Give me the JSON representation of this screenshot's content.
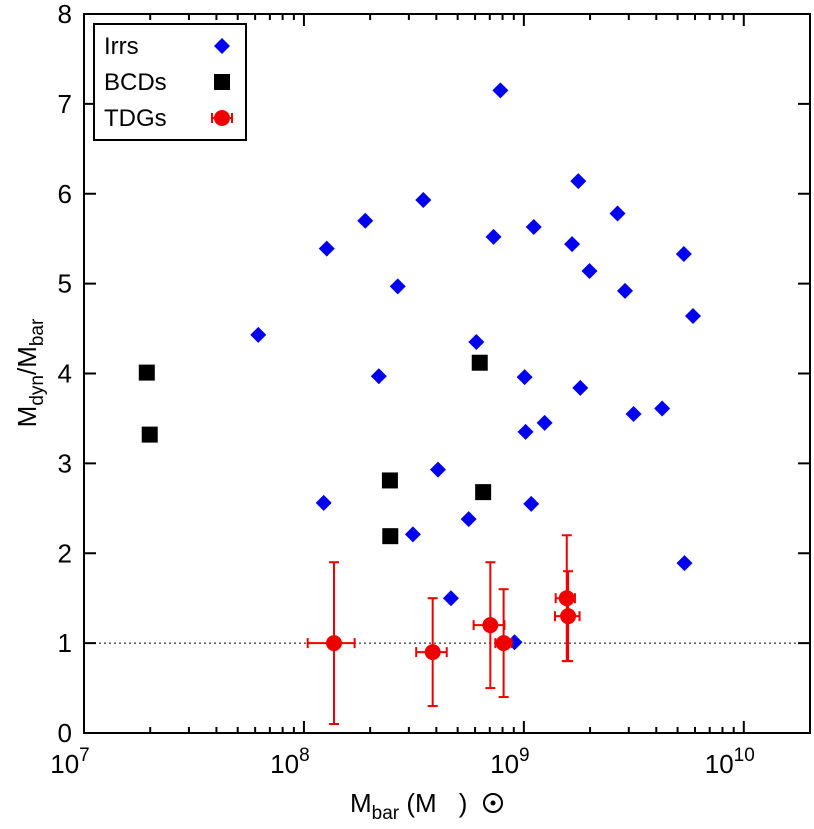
{
  "chart_data": {
    "type": "scatter",
    "title": "",
    "xlabel": {
      "main": "M",
      "sub": "bar",
      "unit_open": " (M",
      "unit_close": ")"
    },
    "ylabel": {
      "main": "M",
      "sub1": "dyn",
      "sep": "/M",
      "sub2": "bar"
    },
    "x_scale": "log",
    "xlim": [
      10000000,
      20000000000
    ],
    "ylim": [
      0,
      8
    ],
    "grid": false,
    "legend_position": "top-left",
    "x_ticks": [
      {
        "value": 10000000,
        "base": "10",
        "exp": "7"
      },
      {
        "value": 100000000,
        "base": "10",
        "exp": "8"
      },
      {
        "value": 1000000000,
        "base": "10",
        "exp": "9"
      },
      {
        "value": 10000000000,
        "base": "10",
        "exp": "10"
      }
    ],
    "y_ticks": [
      {
        "value": 0,
        "label": "0"
      },
      {
        "value": 1,
        "label": "1"
      },
      {
        "value": 2,
        "label": "2"
      },
      {
        "value": 3,
        "label": "3"
      },
      {
        "value": 4,
        "label": "4"
      },
      {
        "value": 5,
        "label": "5"
      },
      {
        "value": 6,
        "label": "6"
      },
      {
        "value": 7,
        "label": "7"
      },
      {
        "value": 8,
        "label": "8"
      }
    ],
    "reference_line": {
      "y": 1,
      "style": "dotted"
    },
    "series": [
      {
        "name": "Irrs",
        "marker": "diamond",
        "color": "#0000ee",
        "points": [
          {
            "x": 62000000,
            "y": 4.43
          },
          {
            "x": 123000000,
            "y": 2.56
          },
          {
            "x": 127000000,
            "y": 5.39
          },
          {
            "x": 190000000,
            "y": 5.7
          },
          {
            "x": 219000000,
            "y": 3.97
          },
          {
            "x": 267000000,
            "y": 4.97
          },
          {
            "x": 313000000,
            "y": 2.21
          },
          {
            "x": 349000000,
            "y": 5.93
          },
          {
            "x": 407000000,
            "y": 2.93
          },
          {
            "x": 466000000,
            "y": 1.5
          },
          {
            "x": 561000000,
            "y": 2.38
          },
          {
            "x": 608000000,
            "y": 4.35
          },
          {
            "x": 728000000,
            "y": 5.52
          },
          {
            "x": 782000000,
            "y": 7.15
          },
          {
            "x": 907000000,
            "y": 1.01
          },
          {
            "x": 1008000000,
            "y": 3.96
          },
          {
            "x": 1018000000,
            "y": 3.35
          },
          {
            "x": 1080000000,
            "y": 2.55
          },
          {
            "x": 1109000000,
            "y": 5.63
          },
          {
            "x": 1243000000,
            "y": 3.45
          },
          {
            "x": 1657000000,
            "y": 5.44
          },
          {
            "x": 1768000000,
            "y": 6.14
          },
          {
            "x": 1805000000,
            "y": 3.84
          },
          {
            "x": 1988000000,
            "y": 5.14
          },
          {
            "x": 2666000000,
            "y": 5.78
          },
          {
            "x": 2884000000,
            "y": 4.92
          },
          {
            "x": 3154000000,
            "y": 3.55
          },
          {
            "x": 4253000000,
            "y": 3.61
          },
          {
            "x": 5338000000,
            "y": 5.33
          },
          {
            "x": 5375000000,
            "y": 1.89
          },
          {
            "x": 5876000000,
            "y": 4.64
          }
        ]
      },
      {
        "name": "BCDs",
        "marker": "square",
        "color": "#000000",
        "points": [
          {
            "x": 19300000,
            "y": 4.01
          },
          {
            "x": 19900000,
            "y": 3.32
          },
          {
            "x": 246000000,
            "y": 2.81
          },
          {
            "x": 247000000,
            "y": 2.19
          },
          {
            "x": 630000000,
            "y": 4.12
          },
          {
            "x": 653000000,
            "y": 2.68
          }
        ]
      },
      {
        "name": "TDGs",
        "marker": "circle",
        "color": "#ee0000",
        "error_bars": true,
        "points": [
          {
            "x": 137000000,
            "y": 1.0,
            "xlo": 104000000,
            "xhi": 170000000,
            "ylo": 0.1,
            "yhi": 1.9
          },
          {
            "x": 385000000,
            "y": 0.9,
            "xlo": 324000000,
            "xhi": 446000000,
            "ylo": 0.3,
            "yhi": 1.5
          },
          {
            "x": 704000000,
            "y": 1.2,
            "xlo": 591000000,
            "xhi": 816000000,
            "ylo": 0.5,
            "yhi": 1.9
          },
          {
            "x": 809000000,
            "y": 1.0,
            "xlo": 742000000,
            "xhi": 880000000,
            "ylo": 0.4,
            "yhi": 1.6
          },
          {
            "x": 1567000000,
            "y": 1.5,
            "xlo": 1395000000,
            "xhi": 1707000000,
            "ylo": 0.8,
            "yhi": 2.2
          },
          {
            "x": 1589000000,
            "y": 1.3,
            "xlo": 1385000000,
            "xhi": 1791000000,
            "ylo": 0.8,
            "yhi": 1.8
          }
        ]
      }
    ]
  }
}
